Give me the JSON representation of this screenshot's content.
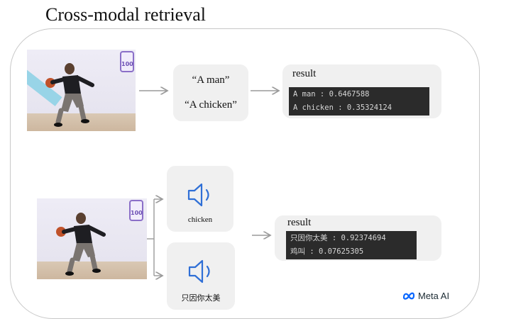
{
  "title": "Cross-modal retrieval",
  "top": {
    "queries": [
      "“A man”",
      "“A chicken”"
    ],
    "result_label": "result",
    "result_lines": [
      "A man : 0.6467588",
      "A chicken : 0.35324124"
    ]
  },
  "bottom": {
    "audio_captions": [
      "chicken",
      "只因你太美"
    ],
    "result_label": "result",
    "result_lines": [
      "只因你太美 : 0.92374694",
      "鸡叫 : 0.07625305"
    ]
  },
  "photo_logo_text": "100",
  "brand": "Meta AI",
  "colors": {
    "frame": "#c8c8c8",
    "card": "#f0f0f0",
    "terminal_bg": "#2b2b2b",
    "speaker": "#2f6fd6",
    "arrow": "#9a9a9a",
    "meta_logo": "#0866ff"
  },
  "icons": [
    "speaker-icon",
    "arrow-icon",
    "meta-logo-icon"
  ]
}
